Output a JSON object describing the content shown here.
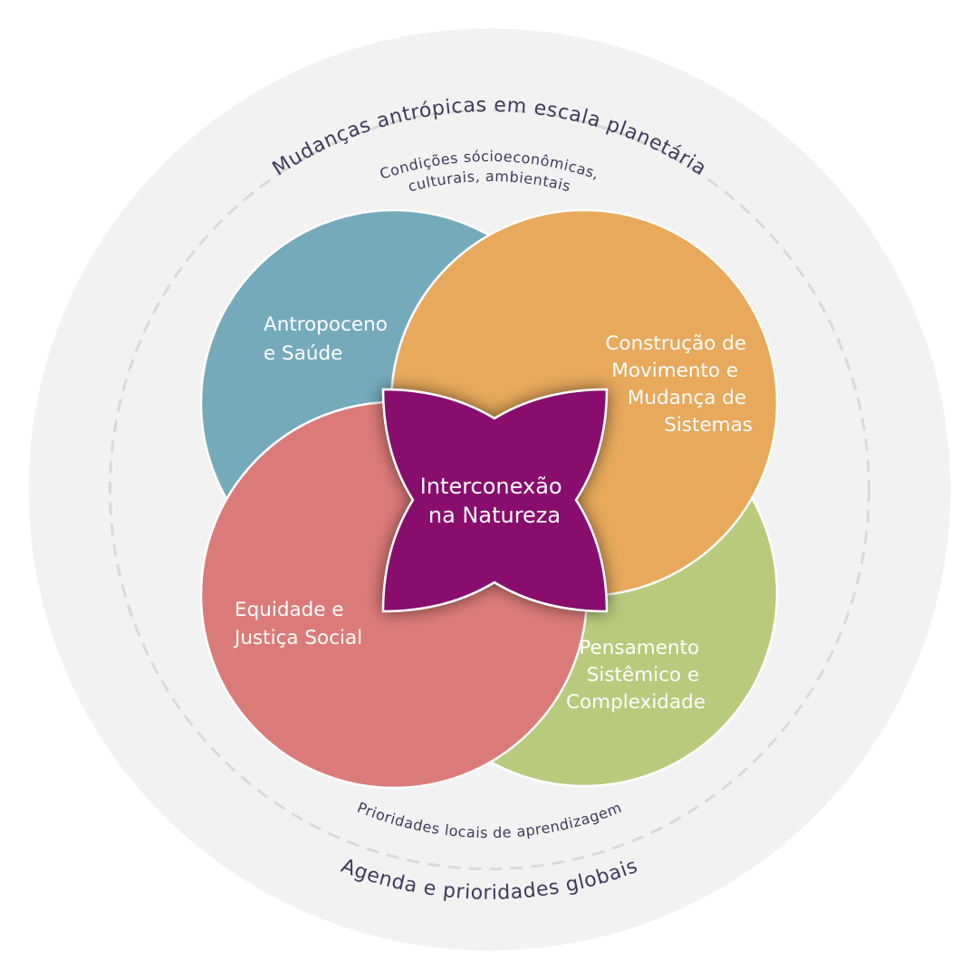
{
  "outer_ring": {
    "top": "Mudanças antrópicas em escala planetária",
    "bottom": "Agenda e prioridades globais"
  },
  "inner_ring": {
    "top_line1": "Condições sócioeconômicas,",
    "top_line2": "culturais, ambientais",
    "bottom": "Prioridades locais de aprendizagem"
  },
  "circles": {
    "antropoceno": {
      "line1": "Antropoceno",
      "line2": "e Saúde",
      "color": "#75aabb"
    },
    "construcao": {
      "line1": "Construção de",
      "line2": "Movimento e",
      "line3": "Mudança de",
      "line4": "Sistemas",
      "color": "#e8a95c"
    },
    "pensamento": {
      "line1": "Pensamento",
      "line2": "Sistêmico e",
      "line3": "Complexidade",
      "color": "#b9ca7c"
    },
    "equidade": {
      "line1": "Equidade e",
      "line2": "Justiça Social",
      "color": "#db7b79"
    }
  },
  "center": {
    "line1": "Interconexão",
    "line2": "na Natureza",
    "color": "#880b6d"
  },
  "colors": {
    "outer_disk": "#f2f2f2",
    "dashed_ring": "#d9d9d9",
    "text": "#3f3a5c"
  }
}
